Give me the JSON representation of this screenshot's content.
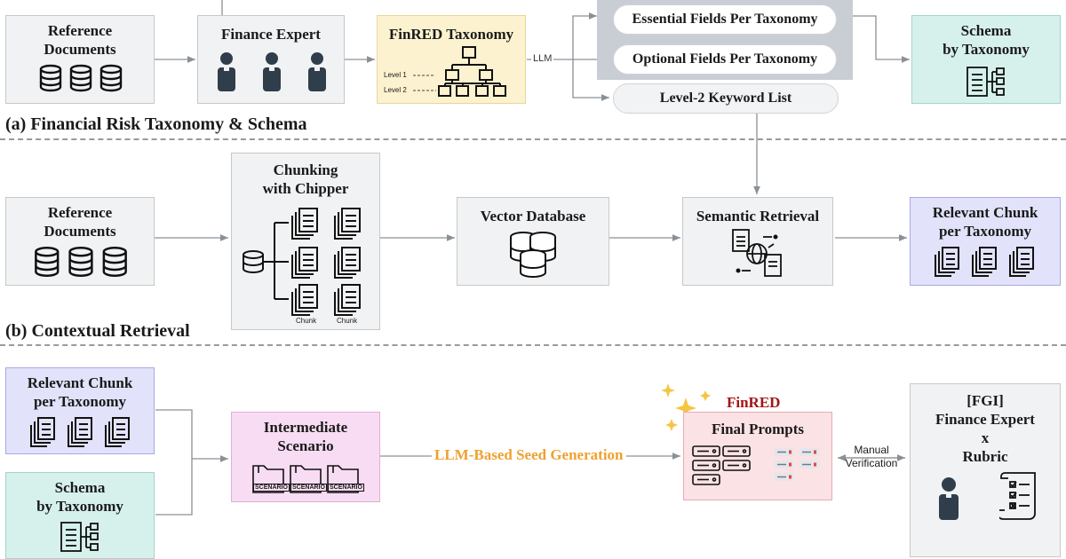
{
  "section_a": {
    "label": "(a) Financial Risk Taxonomy & Schema",
    "reference_documents": "Reference\nDocuments",
    "finance_expert": "Finance Expert",
    "finred_taxonomy": "FinRED Taxonomy",
    "level1": "Level 1",
    "level2": "Level 2",
    "llm": "LLM",
    "essential_fields": "Essential Fields Per Taxonomy",
    "optional_fields": "Optional Fields Per Taxonomy",
    "level2_keywords": "Level-2 Keyword List",
    "schema_by_taxonomy": "Schema\nby Taxonomy"
  },
  "section_b": {
    "label": "(b) Contextual Retrieval",
    "reference_documents": "Reference\nDocuments",
    "chunking": "Chunking\nwith Chipper",
    "chunk_label_1": "Chunk",
    "chunk_label_2": "Chunk",
    "vector_database": "Vector Database",
    "semantic_retrieval": "Semantic Retrieval",
    "relevant_chunk": "Relevant Chunk\nper Taxonomy"
  },
  "section_c": {
    "relevant_chunk": "Relevant Chunk\nper Taxonomy",
    "schema_by_taxonomy": "Schema\nby Taxonomy",
    "intermediate_scenario": "Intermediate\nScenario",
    "scenario_tags": [
      "SCENARIO",
      "SCENARIO",
      "SCENARIO"
    ],
    "seed_generation": "LLM-Based Seed Generation",
    "finred": "FinRED",
    "final_prompts": "Final Prompts",
    "manual_verification": "Manual\nVerification",
    "fgi": "[FGI]\nFinance Expert\nx\nRubric"
  },
  "colors": {
    "gray": "#f1f2f4",
    "yellow": "#fdf2cf",
    "teal": "#d6f1ec",
    "purple": "#e2e2fb",
    "pink": "#f8dcf3",
    "rose": "#fbe2e4",
    "orange": "#f0a030",
    "dark_red": "#a31515"
  },
  "icons": [
    "database-icon",
    "person-icon",
    "hierarchy-icon",
    "schema-doc-icon",
    "documents-icon",
    "vector-database-icon",
    "semantic-retrieval-icon",
    "scenario-folder-icon",
    "prompt-list-icon",
    "sparkle-icon",
    "checklist-icon"
  ]
}
